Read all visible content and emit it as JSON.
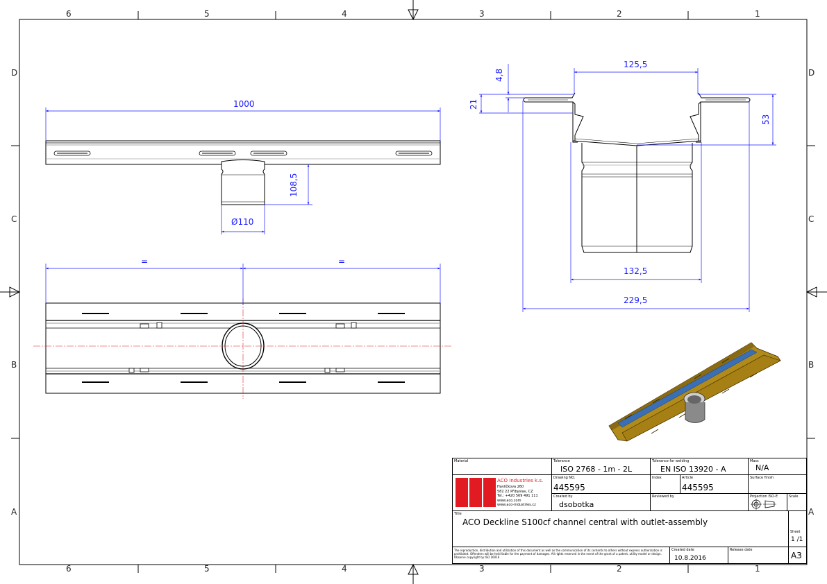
{
  "frame": {
    "column_labels_top": [
      "6",
      "5",
      "4",
      "3",
      "2",
      "1"
    ],
    "column_labels_bottom": [
      "6",
      "5",
      "4",
      "3",
      "2",
      "1"
    ],
    "row_labels_left": [
      "D",
      "C",
      "B",
      "A"
    ],
    "row_labels_right": [
      "D",
      "C",
      "B",
      "A"
    ]
  },
  "views": {
    "front": {
      "dim_length": "1000",
      "dim_outlet_height": "108,5",
      "dim_outlet_diameter": "Ø110"
    },
    "top": {
      "dim_left_equal": "=",
      "dim_right_equal": "="
    },
    "section": {
      "dim_top_width": "125,5",
      "dim_flange_thickness": "4,8",
      "dim_flange_height": "21",
      "dim_depth": "53",
      "dim_outlet_width": "132,5",
      "dim_total_width": "229,5"
    },
    "isometric": {
      "colors": {
        "body": "#b08a1a",
        "body_dark": "#7a5c0a",
        "grate": "#3a6fb5",
        "outlet": "#9a9a9a"
      }
    }
  },
  "title_block": {
    "material_label": "Material",
    "material_value": "",
    "tolerance_label": "Tolerance",
    "tolerance_value": "ISO 2768 - 1m - 2L",
    "welding_tolerance_label": "Tolerance for welding",
    "welding_tolerance_value": "EN ISO 13920 - A",
    "mass_label": "Mass",
    "mass_value": "N/A",
    "company": {
      "name": "ACO Industries k.s.",
      "address_lines": [
        "Havlíčkova 260",
        "582 22 Přibyslav, CZ",
        "Tel.: +420 569 491 111",
        "www.aco.com",
        "www.aco-industries.cz"
      ],
      "logo_color": "#e21b23"
    },
    "drawing_no_label": "Drawing NO.",
    "drawing_no_value": "445595",
    "index_label": "Index",
    "index_value": "",
    "article_label": "Article",
    "article_value": "445595",
    "surface_finish_label": "Surface finish",
    "surface_finish_value": "",
    "created_by_label": "Created by",
    "created_by_value": "dsobotka",
    "reviewed_by_label": "Reviewed by",
    "reviewed_by_value": "",
    "projection_label": "Projection ISO-E",
    "scale_label": "Scale",
    "scale_value": "",
    "title_label": "Title",
    "title_value": "ACO Deckline S100cf channel central with outlet-assembly",
    "sheet_label": "Sheet",
    "sheet_value": "1 /1",
    "disclaimer": "The reproduction, distribution and utilization of this document as well as the communication of its contents to others without express authorization is prohibited. Offenders will be held liable for the payment of damages. All rights reserved in the event of the grant of a patent, utility model or design. Observe copyright by ISO 16016",
    "created_date_label": "Created date",
    "created_date_value": "10.8.2016",
    "release_date_label": "Release date",
    "release_date_value": "",
    "format_value": "A3"
  },
  "colors": {
    "dimension": "#1a1aff",
    "centerline": "#e02020",
    "outline": "#000000"
  }
}
